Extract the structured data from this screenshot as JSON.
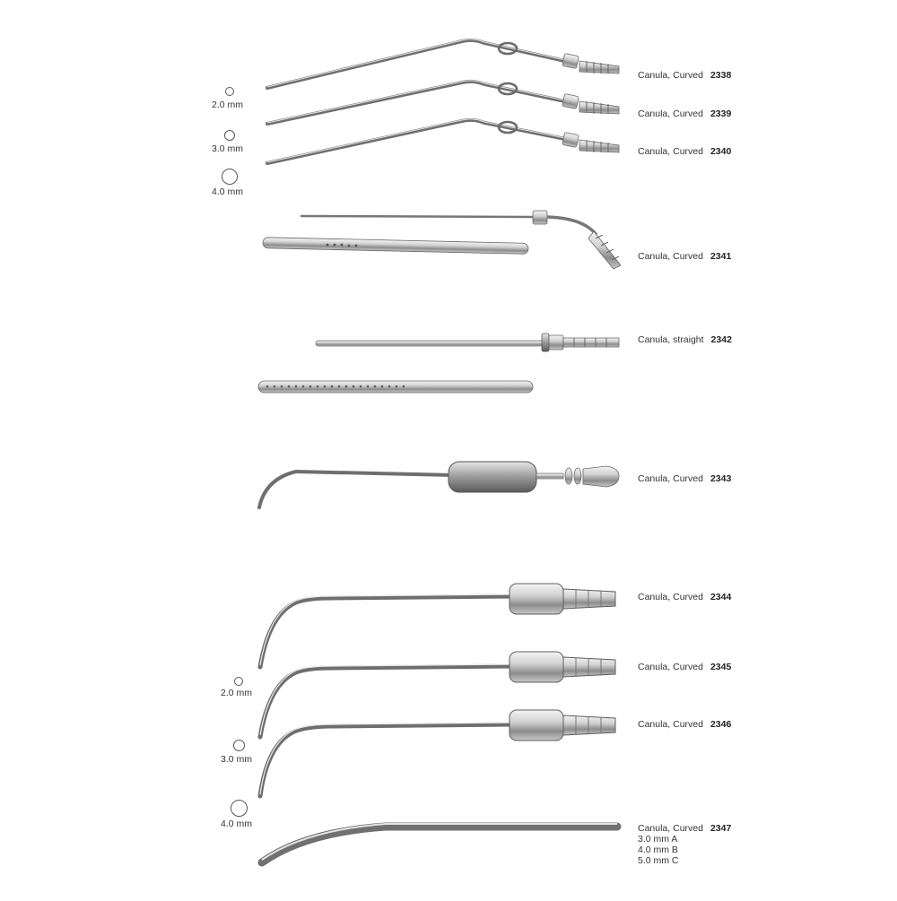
{
  "products": [
    {
      "name": "Canula, Curved",
      "code": "2338"
    },
    {
      "name": "Canula, Curved",
      "code": "2339"
    },
    {
      "name": "Canula, Curved",
      "code": "2340"
    },
    {
      "name": "Canula, Curved",
      "code": "2341"
    },
    {
      "name": "Canula, straight",
      "code": "2342"
    },
    {
      "name": "Canula, Curved",
      "code": "2343"
    },
    {
      "name": "Canula, Curved",
      "code": "2344"
    },
    {
      "name": "Canula, Curved",
      "code": "2345"
    },
    {
      "name": "Canula, Curved",
      "code": "2346"
    },
    {
      "name": "Canula, Curved",
      "code": "2347",
      "variants": [
        "3.0 mm A",
        "4.0 mm B",
        "5.0 mm C"
      ]
    }
  ],
  "sizes_top": [
    "2.0 mm",
    "3.0 mm",
    "4.0 mm"
  ],
  "sizes_bottom": [
    "2.0 mm",
    "3.0 mm",
    "4.0 mm"
  ]
}
